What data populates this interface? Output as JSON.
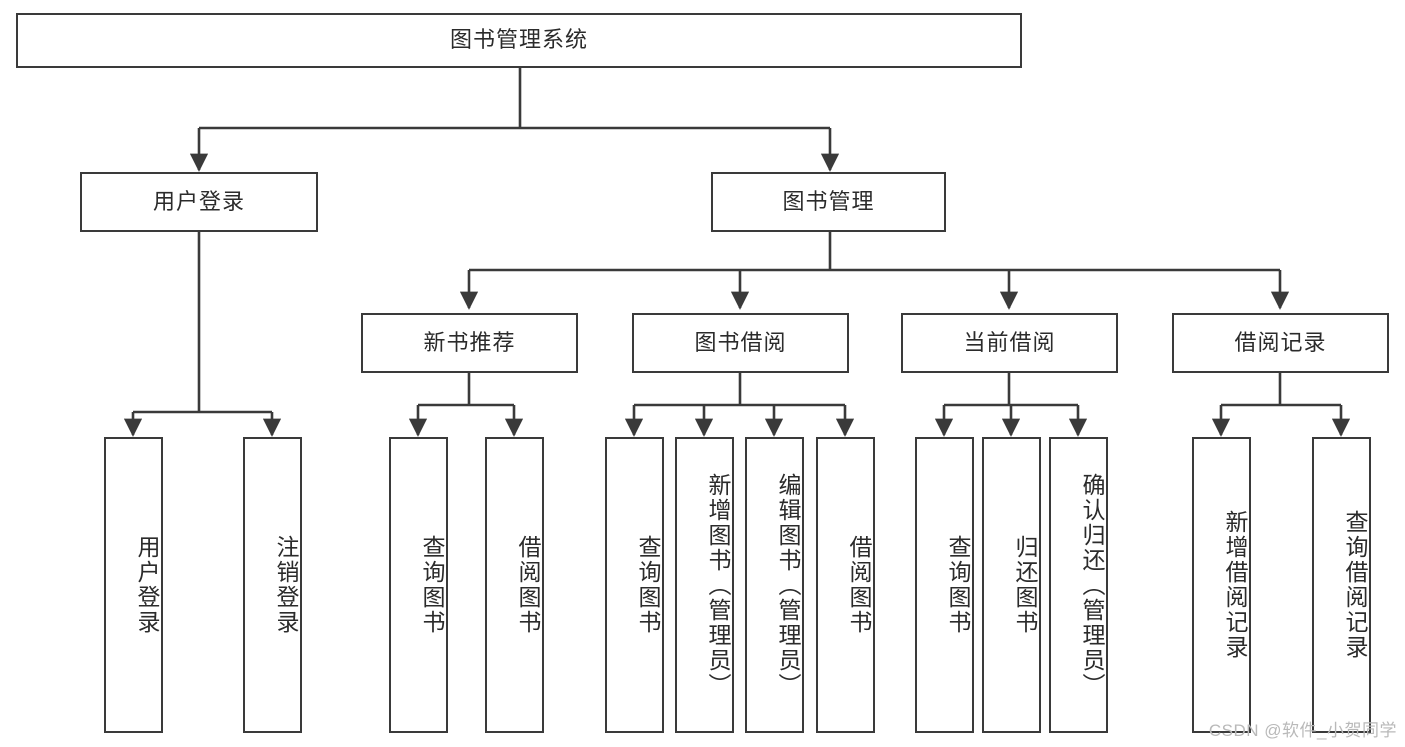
{
  "diagram": {
    "type": "tree-hierarchy-chart",
    "title_node": {
      "label": "图书管理系统"
    },
    "level1": [
      {
        "id": "user-login",
        "label": "用户登录"
      },
      {
        "id": "book-management",
        "label": "图书管理"
      }
    ],
    "level2": [
      {
        "id": "new-book-recommend",
        "label": "新书推荐",
        "parent": "book-management"
      },
      {
        "id": "book-borrow",
        "label": "图书借阅",
        "parent": "book-management"
      },
      {
        "id": "current-borrow",
        "label": "当前借阅",
        "parent": "book-management"
      },
      {
        "id": "borrow-record",
        "label": "借阅记录",
        "parent": "book-management"
      }
    ],
    "leaves": {
      "user-login": [
        {
          "id": "leaf-user-login",
          "label": "用户登录"
        },
        {
          "id": "leaf-logout-login",
          "label": "注销登录"
        }
      ],
      "new-book-recommend": [
        {
          "id": "leaf-query-book-1",
          "label": "查询图书"
        },
        {
          "id": "leaf-borrow-book-1",
          "label": "借阅图书"
        }
      ],
      "book-borrow": [
        {
          "id": "leaf-query-book-2",
          "label": "查询图书"
        },
        {
          "id": "leaf-add-book",
          "label": "新增图书（管理员）"
        },
        {
          "id": "leaf-edit-book",
          "label": "编辑图书（管理员）"
        },
        {
          "id": "leaf-borrow-book-2",
          "label": "借阅图书"
        }
      ],
      "current-borrow": [
        {
          "id": "leaf-query-book-3",
          "label": "查询图书"
        },
        {
          "id": "leaf-return-book",
          "label": "归还图书"
        },
        {
          "id": "leaf-confirm-return",
          "label": "确认归还（管理员）"
        }
      ],
      "borrow-record": [
        {
          "id": "leaf-add-record",
          "label": "新增借阅记录"
        },
        {
          "id": "leaf-query-record",
          "label": "查询借阅记录"
        }
      ]
    },
    "colors": {
      "stroke": "#3a3a3a",
      "fill": "#ffffff",
      "text": "#2b2b2b",
      "watermark": "#b9b9b9"
    }
  },
  "watermark": {
    "text": "CSDN @软件_小贺同学"
  }
}
